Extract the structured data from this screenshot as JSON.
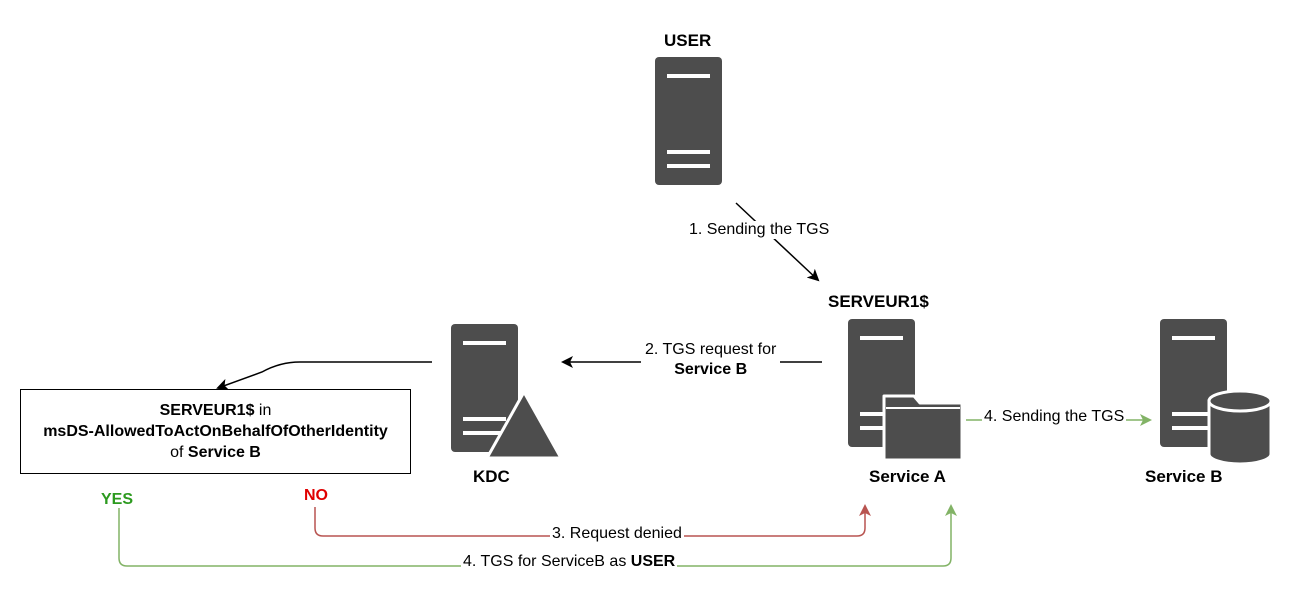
{
  "nodes": {
    "user": "USER",
    "serveur1": "SERVEUR1$",
    "kdc": "KDC",
    "service_a": "Service A",
    "service_b": "Service B"
  },
  "edges": {
    "sending_tgs_1": "1. Sending the TGS",
    "tgs_request_line1": "2. TGS request for",
    "tgs_request_line2": "Service B",
    "request_denied": "3. Request denied",
    "sending_tgs_4": "4. Sending the TGS",
    "tgs_for_serviceb_prefix": "4. TGS for ServiceB as ",
    "tgs_for_serviceb_user": "USER"
  },
  "condition": {
    "line1_bold": "SERVEUR1$",
    "line1_rest": " in",
    "line2": "msDS-AllowedToActOnBehalfOfOtherIdentity",
    "line3_prefix": "of ",
    "line3_bold": "Service B"
  },
  "branches": {
    "yes": "YES",
    "no": "NO"
  },
  "colors": {
    "server": "#4d4d4d",
    "yes": "#2c9a1f",
    "no": "#e00000",
    "denied_line": "#b85450",
    "green_line": "#82b366"
  },
  "icons": {
    "user": "server-icon",
    "kdc": "server-with-triangle-icon",
    "service_a": "server-with-folder-icon",
    "service_b": "server-with-database-icon"
  }
}
